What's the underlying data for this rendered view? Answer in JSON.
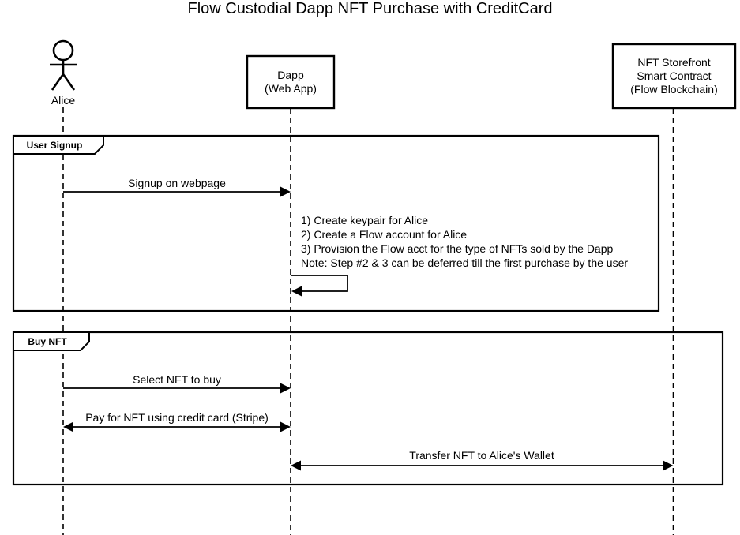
{
  "title": "Flow Custodial Dapp NFT Purchase with CreditCard",
  "participants": {
    "alice": {
      "label": "Alice",
      "type": "actor"
    },
    "dapp": {
      "lines": [
        "Dapp",
        "(Web App)"
      ],
      "type": "box"
    },
    "storefront": {
      "lines": [
        "NFT Storefront",
        "Smart Contract",
        "(Flow Blockchain)"
      ],
      "type": "box"
    }
  },
  "frames": {
    "signup": {
      "label": "User Signup"
    },
    "buy": {
      "label": "Buy NFT"
    }
  },
  "messages": {
    "signup_on_webpage": {
      "label": "Signup on webpage",
      "from": "Alice",
      "to": "Dapp",
      "arrow": "right"
    },
    "select_nft": {
      "label": "Select NFT to buy",
      "from": "Alice",
      "to": "Dapp",
      "arrow": "right"
    },
    "pay_for_nft": {
      "label": "Pay for NFT using credit card (Stripe)",
      "from": "Alice",
      "to": "Dapp",
      "arrow": "both"
    },
    "transfer_nft": {
      "label": "Transfer NFT to Alice's Wallet",
      "from": "Dapp",
      "to": "NFT Storefront Smart Contract",
      "arrow": "both"
    }
  },
  "self_note": {
    "lines": [
      "1) Create keypair for Alice",
      "2) Create a Flow account for Alice",
      "3) Provision the Flow acct for the type of NFTs sold by the Dapp",
      "Note: Step #2 & 3 can be deferred till the first purchase by the user"
    ]
  },
  "colors": {
    "line": "#000000",
    "background": "#ffffff"
  }
}
